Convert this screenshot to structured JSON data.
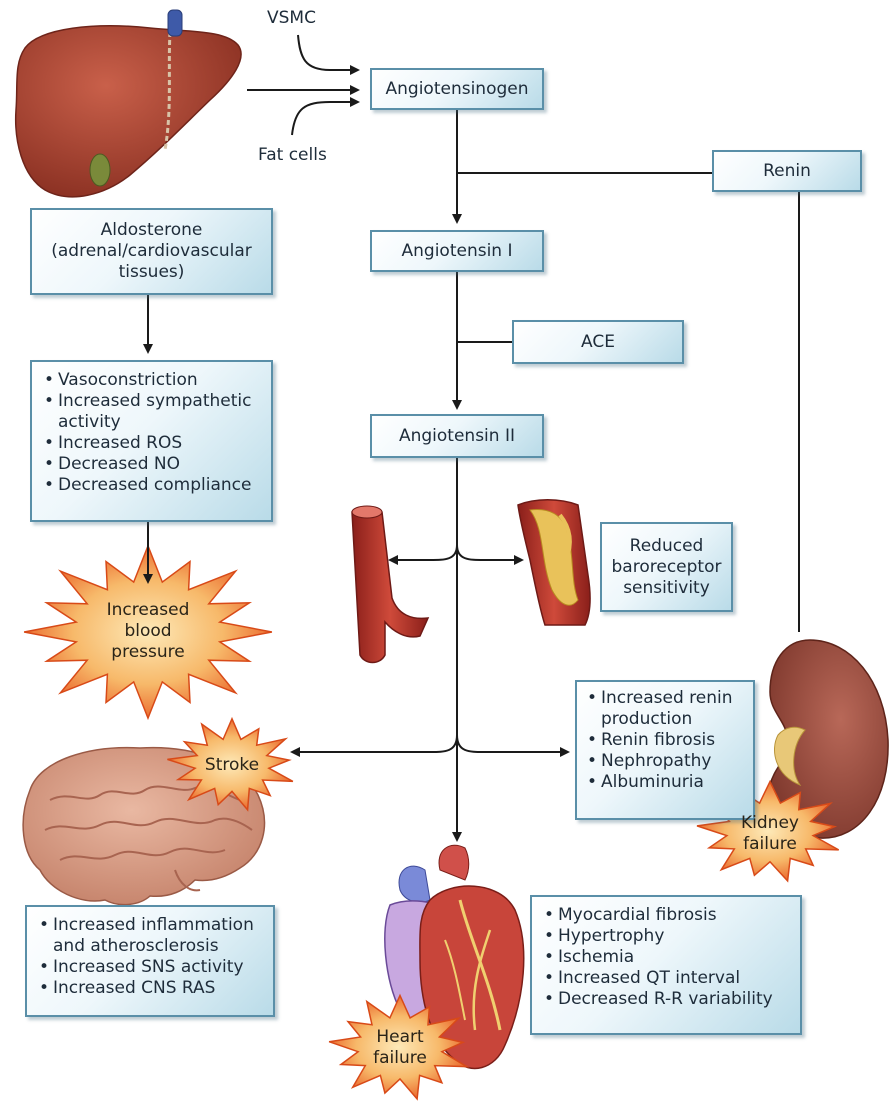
{
  "sources": {
    "vsmc": "VSMC",
    "fat_cells": "Fat cells"
  },
  "cascade": {
    "angiotensinogen": "Angiotensinogen",
    "renin": "Renin",
    "angiotensin_1": "Angiotensin I",
    "ace": "ACE",
    "angiotensin_2": "Angiotensin II"
  },
  "aldosterone": {
    "line1": "Aldosterone",
    "line2": "(adrenal/cardiovascular",
    "line3": "tissues)"
  },
  "aldosterone_effects": [
    "Vasoconstriction",
    "Increased sympathetic activity",
    "Increased ROS",
    "Decreased NO",
    "Decreased compliance"
  ],
  "baroreceptor": {
    "line1": "Reduced",
    "line2": "baroreceptor",
    "line3": "sensitivity"
  },
  "bp_burst": {
    "line1": "Increased",
    "line2": "blood",
    "line3": "pressure"
  },
  "stroke_burst": "Stroke",
  "kidney_burst": {
    "line1": "Kidney",
    "line2": "failure"
  },
  "heart_burst": {
    "line1": "Heart",
    "line2": "failure"
  },
  "kidney_effects": [
    "Increased renin production",
    "Renin fibrosis",
    "Nephropathy",
    "Albuminuria"
  ],
  "brain_effects": [
    "Increased inflammation and atherosclerosis",
    "Increased SNS activity",
    "Increased CNS RAS"
  ],
  "heart_effects": [
    "Myocardial fibrosis",
    "Hypertrophy",
    "Ischemia",
    "Increased QT interval",
    "Decreased R-R variability"
  ],
  "colors": {
    "box_border": "#5a8fa8",
    "box_fill": "#b9dbe8",
    "burst_fill": "#f7b96a",
    "burst_edge": "#e85a22",
    "organ_liver": "#a8402f",
    "organ_kidney": "#9a4a3c",
    "organ_brain": "#d49882",
    "organ_heart": "#c8453a",
    "connector": "#1a1a1a"
  }
}
